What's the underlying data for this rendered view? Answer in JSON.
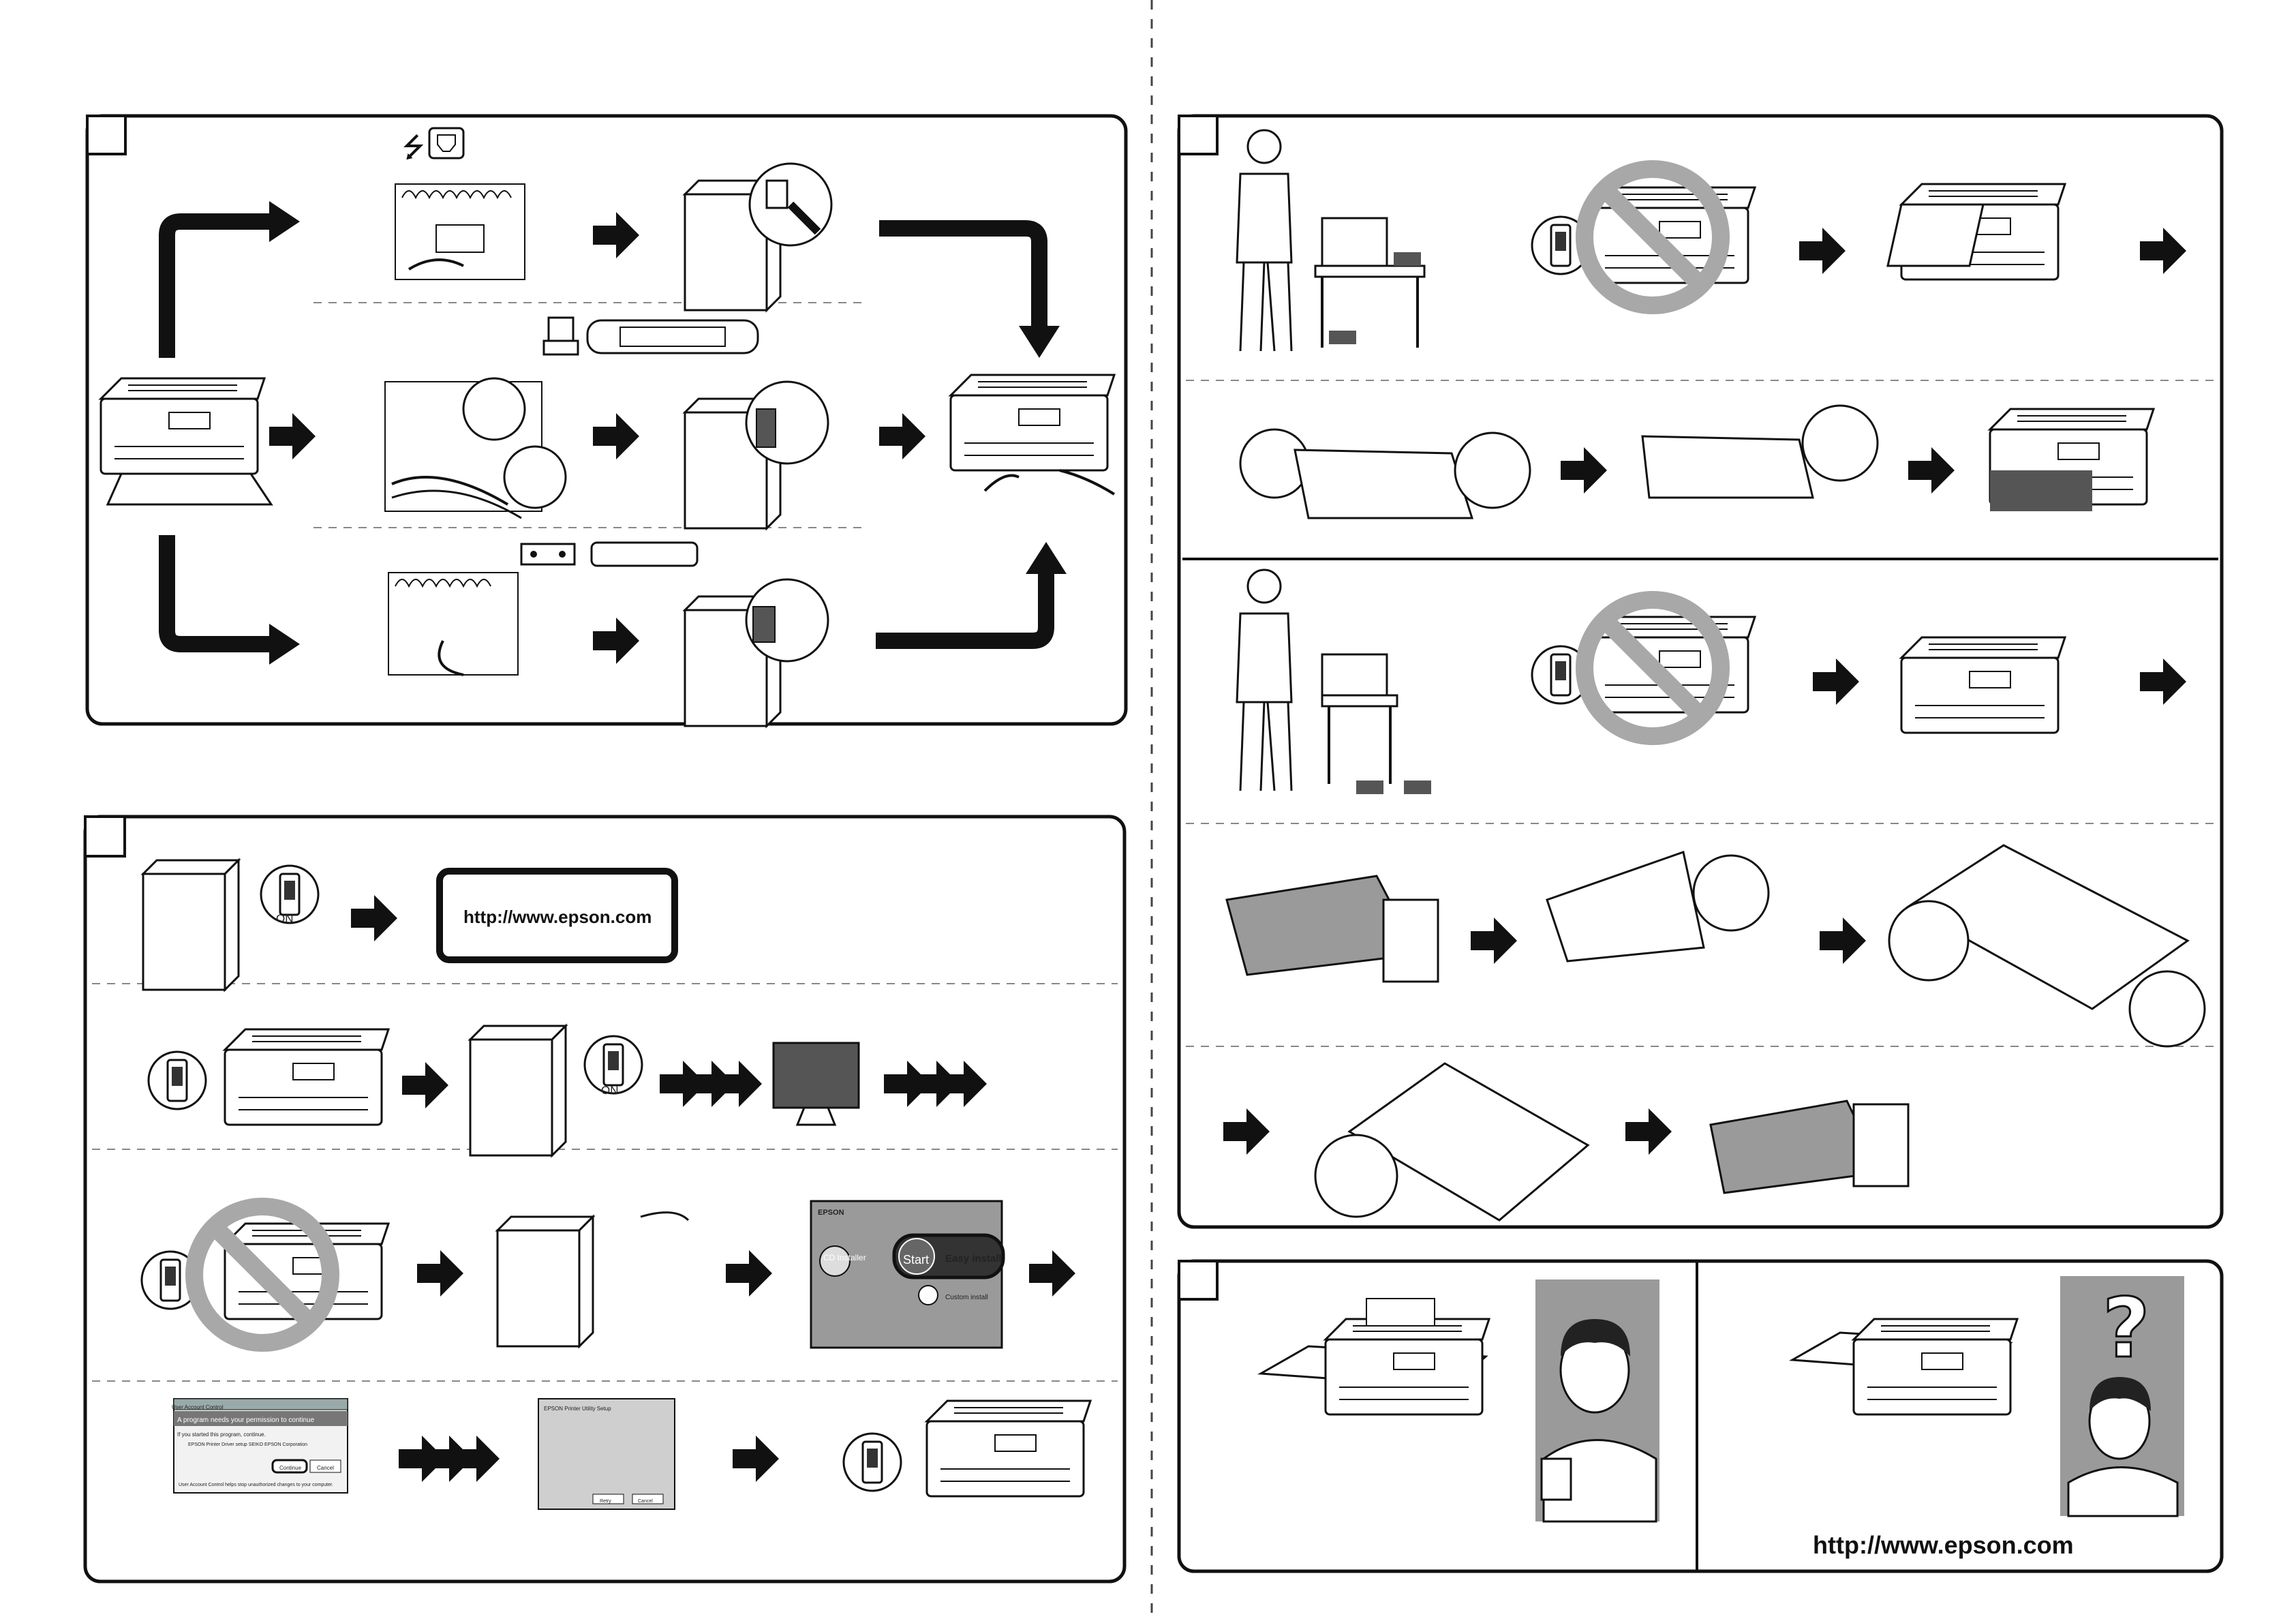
{
  "page": {
    "background": "#ffffff",
    "line_color": "#1a1a1a",
    "gray_fill": "#a8a8a8",
    "dark_fill": "#555555"
  },
  "sections": {
    "connect": {
      "panel": "connect-panel",
      "icons": [
        "usb-icon",
        "parallel-printer-icon",
        "serial-port-icon"
      ]
    },
    "install": {
      "url": "http://www.epson.com",
      "power_label": "ON",
      "installer": {
        "brand": "EPSON",
        "cd_label": "CD Installer",
        "start_label": "Start",
        "easy_label": "Easy install",
        "custom_label": "Custom install"
      },
      "uac_dialog": {
        "title": "User Account Control",
        "heading": "A program needs your permission to continue",
        "line1": "If you started this program, continue.",
        "line2": "EPSON Printer Driver setup  SEIKO EPSON Corporation",
        "continue_label": "Continue",
        "cancel_label": "Cancel",
        "footer": "User Account Control helps stop unauthorized changes to your computer."
      },
      "printer_setup_dialog": {
        "title": "EPSON Printer Utility Setup",
        "back_label": "Retry",
        "cancel_label": "Cancel"
      }
    },
    "paper": {
      "panel": "paper-loading-panel"
    },
    "test": {
      "url": "http://www.epson.com"
    }
  }
}
